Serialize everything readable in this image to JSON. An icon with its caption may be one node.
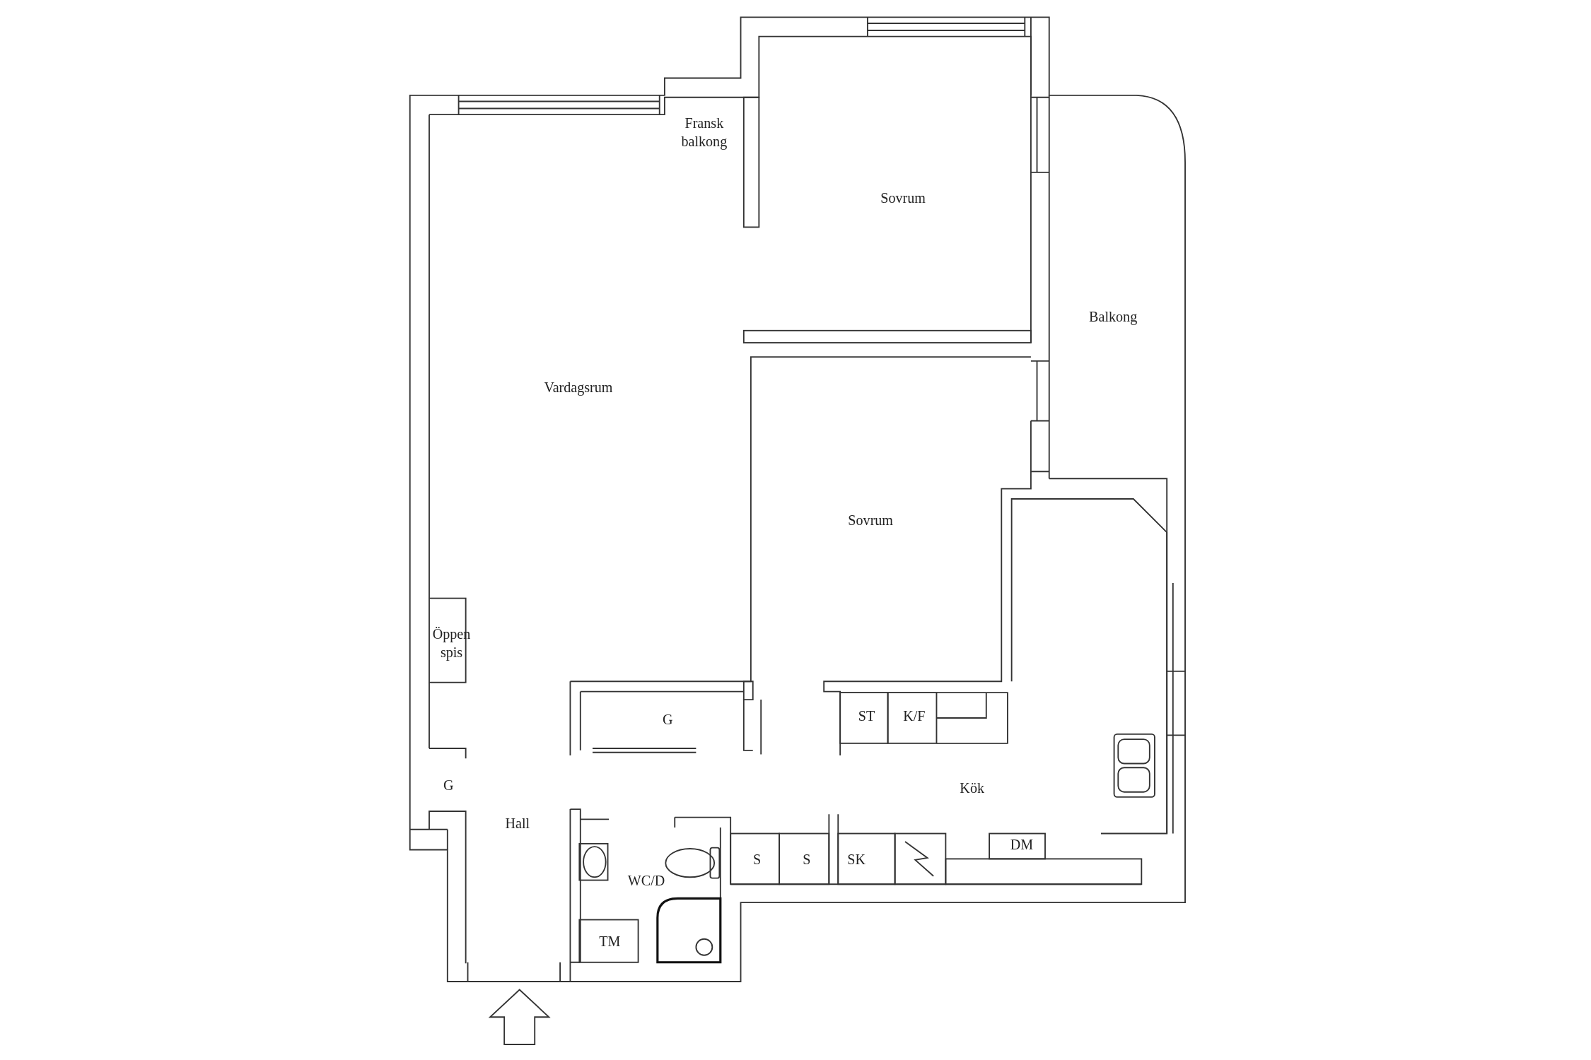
{
  "diagram": {
    "labels": [
      "Fransk balkong",
      "Sovrum",
      "Balkong",
      "Vardagsrum",
      "Sovrum",
      "Öppen spis",
      "G",
      "ST",
      "K/F",
      "G",
      "Kök",
      "Hall",
      "S",
      "S",
      "SK",
      "DM",
      "WC/D",
      "TM"
    ]
  }
}
